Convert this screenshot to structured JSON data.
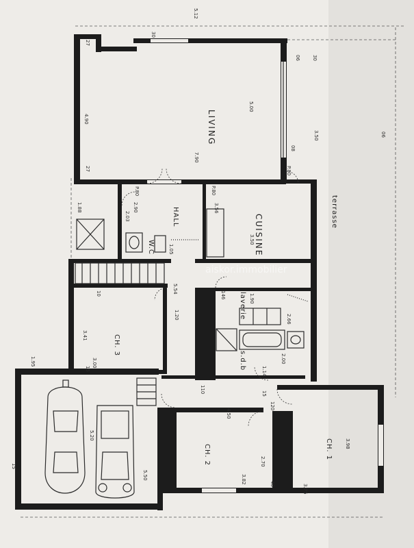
{
  "rooms": {
    "living": "LIVING",
    "cuisine": "CUISINE",
    "hall": "HALL",
    "terrasse": "terrasse",
    "laverie": "laverie",
    "sdb": "s.d.b",
    "wc": "W.C",
    "ch3": "CH. 3",
    "ch2": "CH. 2",
    "ch1": "CH. 1"
  },
  "dimensions": {
    "d_512": "5.12",
    "d_30": "30",
    "d_27a": "27",
    "d_27b": "27",
    "d_490": "4.90",
    "d_790": "7.90",
    "d_500": "5.00",
    "d_06a": "06",
    "d_06b": "06",
    "d_30b": "30",
    "d_08": "08",
    "d_350a": "3.50",
    "d_188": "1.88",
    "d_290": "2.90",
    "d_203": "2.03",
    "d_356": "3.56",
    "d_350b": "3.50",
    "d_p80a": "P.80",
    "d_p80b": "P.80",
    "d_p80c": "P.80",
    "d_105": "1.05",
    "d_554": "5.54",
    "d_120a": "1.20",
    "d_190": "1.90",
    "d_146": "146",
    "d_341": "3.41",
    "d_300": "3.00",
    "d_195": "1.95",
    "d_520": "5.20",
    "d_550": "5.50",
    "d_110": "110",
    "d_450": "4.50",
    "d_120b": "120",
    "d_266": "2.66",
    "d_200": "2.00",
    "d_114": "1.14",
    "d_398": "3.98",
    "d_270": "2.70",
    "d_382": "3.82",
    "d_375": "3.75",
    "d_15a": "15",
    "d_15b": "15",
    "d_15c": "15",
    "d_10": "10",
    "d_40": "40"
  },
  "watermark": "aiskor.immobilier"
}
